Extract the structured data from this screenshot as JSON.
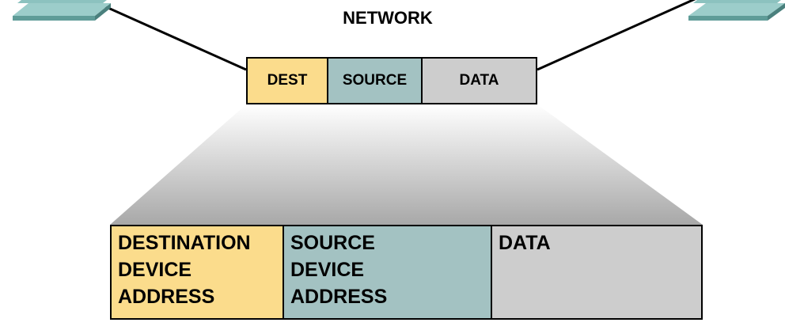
{
  "network": {
    "title": "NETWORK"
  },
  "frame": {
    "dest_label": "DEST",
    "source_label": "SOURCE",
    "data_label": "DATA"
  },
  "detail": {
    "destination": [
      "DESTINATION",
      "DEVICE",
      "ADDRESS"
    ],
    "source": [
      "SOURCE",
      "DEVICE",
      "ADDRESS"
    ],
    "data": "DATA"
  },
  "colors": {
    "dest": "#fbdc8c",
    "source": "#a3c2c2",
    "data": "#cdcdcd",
    "outline": "#000000",
    "device": "#7fb7b3"
  },
  "icons": {
    "left_device": "network-device-icon",
    "right_device": "network-device-icon"
  }
}
